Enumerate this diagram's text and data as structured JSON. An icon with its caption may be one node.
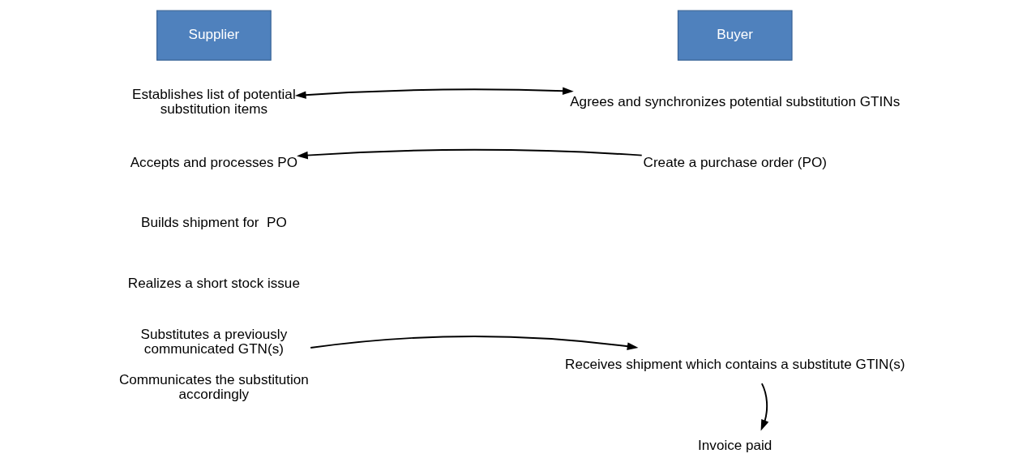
{
  "diagram": {
    "nodes": [
      {
        "text": [
          "Supplier"
        ]
      },
      {
        "text": [
          "Buyer"
        ]
      },
      {
        "text": [
          "Establishes list of potential substitution items"
        ]
      },
      {
        "text": [
          "Agrees and synchronizes potential substitution GTINs"
        ]
      },
      {
        "text": [
          "Accepts and processes PO"
        ]
      },
      {
        "text": [
          "Create a purchase order (PO)"
        ]
      },
      {
        "text": [
          "Substitutes a previously communicated GTN(s)",
          "Communicates the substitution accordingly"
        ]
      },
      {
        "text": [
          "Receives shipment which contains a substitute GTIN(s)"
        ]
      },
      {
        "text": [
          "Invoice paid"
        ]
      }
    ],
    "edges": [
      {
        "from": 2,
        "to": 3,
        "arrow": "both"
      },
      {
        "from": 5,
        "to": 4,
        "arrow": "to"
      },
      {
        "from": 6,
        "to": 7,
        "arrow": "to"
      },
      {
        "from": 7,
        "to": 8,
        "arrow": "to"
      }
    ],
    "labels": [
      "Builds shipment for  PO",
      "Realizes a short stock issue"
    ]
  }
}
